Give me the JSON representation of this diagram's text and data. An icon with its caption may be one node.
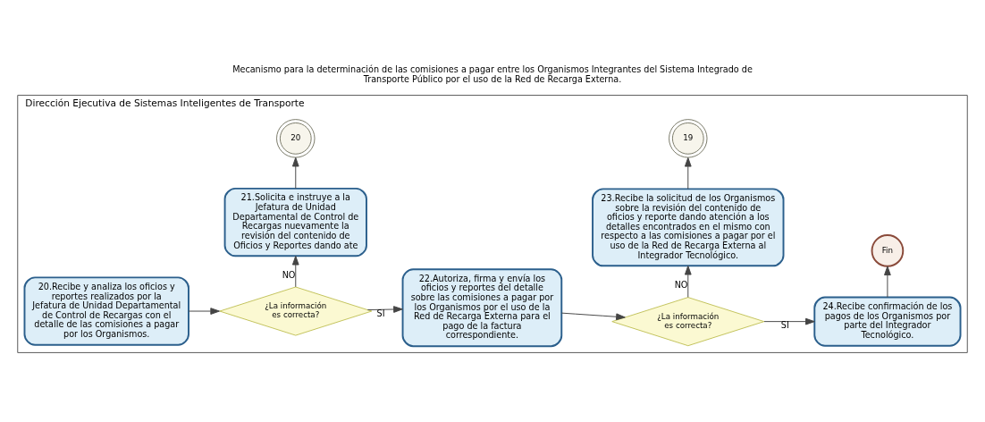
{
  "diagram": {
    "title": "Mecanismo para la determinación de las comisiones a pagar entre los Organismos Integrantes del Sistema Integrado de Transporte Público por el uso de la Red de Recarga Externa.",
    "nodes": [
      {
        "text": [
          "Dirección Ejecutiva de Sistemas Inteligentes de Transporte"
        ]
      },
      {
        "text": [
          "20.Recibe y analiza los oficios y reportes realizados por la Jefatura de Unidad Departamental de Control de Recargas con el detalle de las comisiones a pagar por los Organismos."
        ],
        "in": 0
      },
      {
        "text": [
          "¿La información es correcta?"
        ],
        "in": 0
      },
      {
        "text": [
          "22.Autoriza, firma y envía los oficios y reportes del detalle sobre las comisiones a pagar por los Organismos por el uso de la Red de Recarga Externa para el pago de la factura correspondiente."
        ],
        "in": 0
      },
      {
        "text": [
          "¿La información es correcta?"
        ],
        "in": 0
      },
      {
        "text": [
          "24.Recibe confirmación de los pagos de los Organismos por parte del Integrador Tecnológico."
        ],
        "in": 0
      },
      {
        "text": [
          "Fin"
        ],
        "in": 0
      },
      {
        "text": [
          "21.Solicita e instruye a la Jefatura de Unidad Departamental de Control de Recargas nuevamente la revisión del contenido de Oficios y Reportes dando ate"
        ],
        "in": 0
      },
      {
        "text": [
          "20"
        ],
        "in": 0
      },
      {
        "text": [
          "23.Recibe la solicitud de los Organismos sobre la revisión del contenido de oficios y reporte dando atención a los detalles encontrados en el mismo con respecto a las comisiones a pagar por el uso de la Red de Recarga Externa al Integrador Tecnológico."
        ],
        "in": 0
      },
      {
        "text": [
          "19"
        ],
        "in": 0
      }
    ],
    "edges": [
      {
        "from": 1,
        "to": 2,
        "arrow": "to"
      },
      {
        "from": 2,
        "to": 3,
        "arrow": "to",
        "label": "SI"
      },
      {
        "from": 2,
        "to": 7,
        "arrow": "to",
        "label": "NO"
      },
      {
        "from": 3,
        "to": 4,
        "arrow": "to"
      },
      {
        "from": 4,
        "to": 5,
        "arrow": "to",
        "label": "SI"
      },
      {
        "from": 4,
        "to": 9,
        "arrow": "to",
        "label": "NO"
      },
      {
        "from": 5,
        "to": 6,
        "arrow": "to"
      },
      {
        "from": 7,
        "to": 8,
        "arrow": "to"
      },
      {
        "from": 9,
        "to": 10,
        "arrow": "to"
      }
    ]
  }
}
